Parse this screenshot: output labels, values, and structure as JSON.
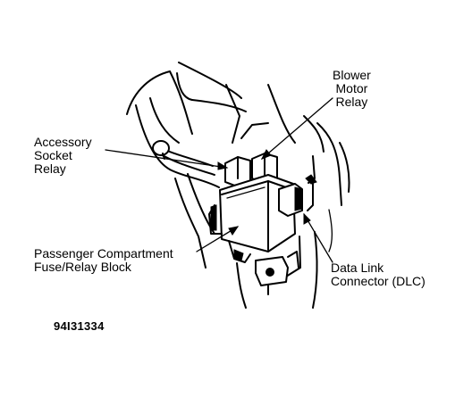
{
  "labels": {
    "blower_motor_relay": [
      "Blower",
      "Motor",
      "Relay"
    ],
    "accessory_socket_relay": [
      "Accessory",
      "Socket",
      "Relay"
    ],
    "fuse_relay_block": [
      "Passenger Compartment",
      "Fuse/Relay Block"
    ],
    "data_link_connector": [
      "Data Link",
      "Connector (DLC)"
    ]
  },
  "figure_id": "94I31334"
}
